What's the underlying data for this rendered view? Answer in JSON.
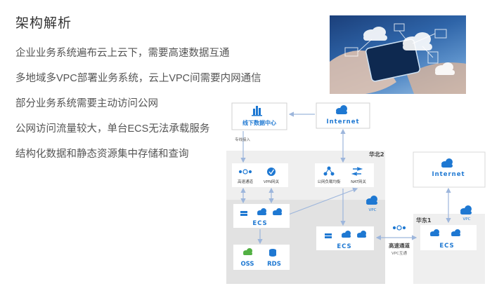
{
  "slide": {
    "title": "架构解析",
    "bullets": [
      "企业业务系统遍布云上云下，需要高速数据互通",
      "多地域多VPC部署业务系统，云上VPC间需要内网通信",
      "部分业务系统需要主动访问公网",
      "公网访问流量较大，单台ECS无法承载服务",
      "结构化数据和静态资源集中存储和查询"
    ]
  },
  "diagram": {
    "offline_dc": "线下数据中心",
    "internet": "Internet",
    "dedicated_line": "专线接入",
    "region_north2": "华北2",
    "express_connect": "高速通道",
    "vpn_gateway": "VPN网关",
    "slb": "公网负载均衡",
    "nat_gateway": "NAT网关",
    "vpc": "VPC",
    "ecs": "ECS",
    "oss": "OSS",
    "rds": "RDS",
    "region_east1": "华东1",
    "internet_east": "Internet",
    "express_connect_mid": "高速通道",
    "vpc_interconnect": "VPC互通",
    "ecs_east": "ECS",
    "vpc_east": "VPC"
  },
  "colors": {
    "accent": "#1e78d2",
    "region_bg": "#efefef",
    "vpc_bg": "#e0e0e0",
    "oss_green": "#52b043",
    "arrow": "#9db6dc"
  }
}
